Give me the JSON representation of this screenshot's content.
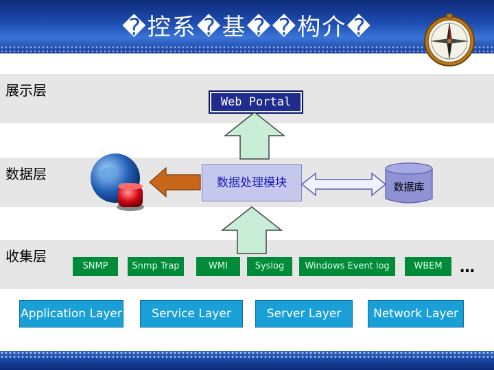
{
  "title": "�控系�基��构介�",
  "layers": {
    "presentation": "展示层",
    "data": "数据层",
    "collection": "收集层"
  },
  "components": {
    "web_portal": "Web Portal",
    "data_processing": "数据处理模块",
    "database": "数据库"
  },
  "protocols": [
    "SNMP",
    "Snmp Trap",
    "WMI",
    "Syslog",
    "Windows Event log",
    "WBEM"
  ],
  "more": "…",
  "bottom_layers": [
    "Application Layer",
    "Service Layer",
    "Server Layer",
    "Network Layer"
  ],
  "colors": {
    "header": "#1f4fb4",
    "band": "#e6e6e6",
    "protocol_box": "#008a3a",
    "layer_box": "#1aa0d8",
    "portal": "#1f2c8e",
    "processing": "#c4c8ec",
    "database": "#8f93d6",
    "arrow_up": "#c8eed8",
    "arrow_left": "#c8661c"
  }
}
